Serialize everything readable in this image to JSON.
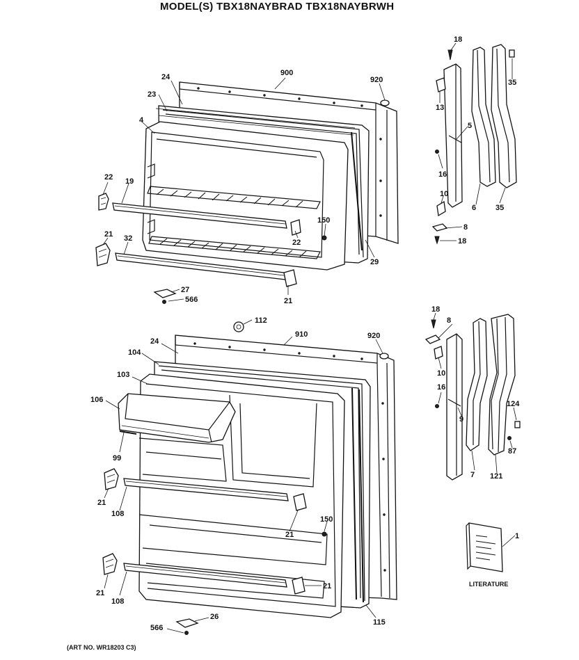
{
  "header": {
    "title": "MODEL(S) TBX18NAYBRAD  TBX18NAYBRWH"
  },
  "footer": {
    "art_number": "(ART NO. WR18203 C3)"
  },
  "literature_label": "LITERATURE",
  "callouts_top": {
    "c900": "900",
    "c920": "920",
    "c24": "24",
    "c23": "23",
    "c4": "4",
    "c22a": "22",
    "c19": "19",
    "c22b": "22",
    "c150": "150",
    "c21a": "21",
    "c32": "32",
    "c21b": "21",
    "c27": "27",
    "c566": "566",
    "c29": "29"
  },
  "callouts_top_right": {
    "c18a": "18",
    "c13": "13",
    "c5": "5",
    "c16": "16",
    "c10": "10",
    "c6": "6",
    "c35a": "35",
    "c35b": "35",
    "c8": "8",
    "c18b": "18"
  },
  "callouts_bottom": {
    "c112": "112",
    "c910": "910",
    "c920": "920",
    "c24": "24",
    "c104": "104",
    "c103": "103",
    "c106": "106",
    "c99": "99",
    "c21a": "21",
    "c108a": "108",
    "c150": "150",
    "c21b": "21",
    "c21c": "21",
    "c108b": "108",
    "c21d": "21",
    "c26": "26",
    "c566": "566",
    "c115": "115"
  },
  "callouts_bottom_right": {
    "c18": "18",
    "c8": "8",
    "c10": "10",
    "c16": "16",
    "c9": "9",
    "c7": "7",
    "c121": "121",
    "c124": "124",
    "c87": "87",
    "c1": "1"
  }
}
